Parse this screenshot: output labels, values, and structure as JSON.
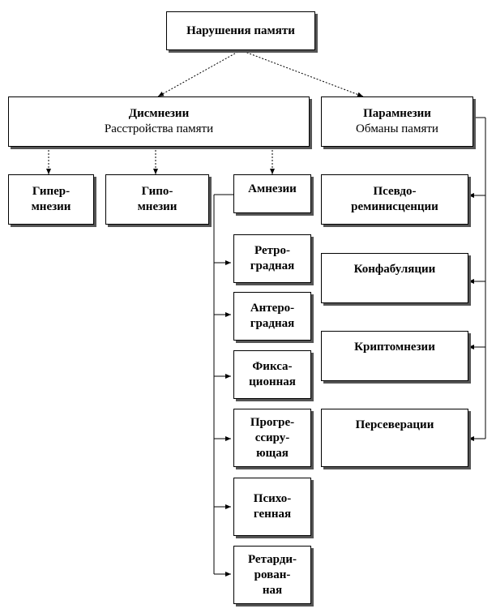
{
  "root": {
    "title": "Нарушения памяти"
  },
  "dysmnesia": {
    "title": "Дисмнезии",
    "subtitle": "Расстройства памяти"
  },
  "paramnesia": {
    "title": "Парамнезии",
    "subtitle": "Обманы памяти"
  },
  "hypermnesia": {
    "line1": "Гипер-",
    "line2": "мнезии"
  },
  "hypomnesia": {
    "line1": "Гипо-",
    "line2": "мнезии"
  },
  "amnesia": {
    "title": "Амнезии"
  },
  "amnesia_types": [
    {
      "line1": "Ретро-",
      "line2": "градная"
    },
    {
      "line1": "Антеро-",
      "line2": "градная"
    },
    {
      "line1": "Фикса-",
      "line2": "ционная"
    },
    {
      "line1": "Прогре-",
      "line2": "ссиру-",
      "line3": "ющая"
    },
    {
      "line1": "Психо-",
      "line2": "генная"
    },
    {
      "line1": "Ретарди-",
      "line2": "рован-",
      "line3": "ная"
    }
  ],
  "paramnesia_types": [
    {
      "line1": "Псевдо-",
      "line2": "реминисценции"
    },
    {
      "line1": "Конфабуляции"
    },
    {
      "line1": "Криптомнезии"
    },
    {
      "line1": "Персеверации"
    }
  ]
}
